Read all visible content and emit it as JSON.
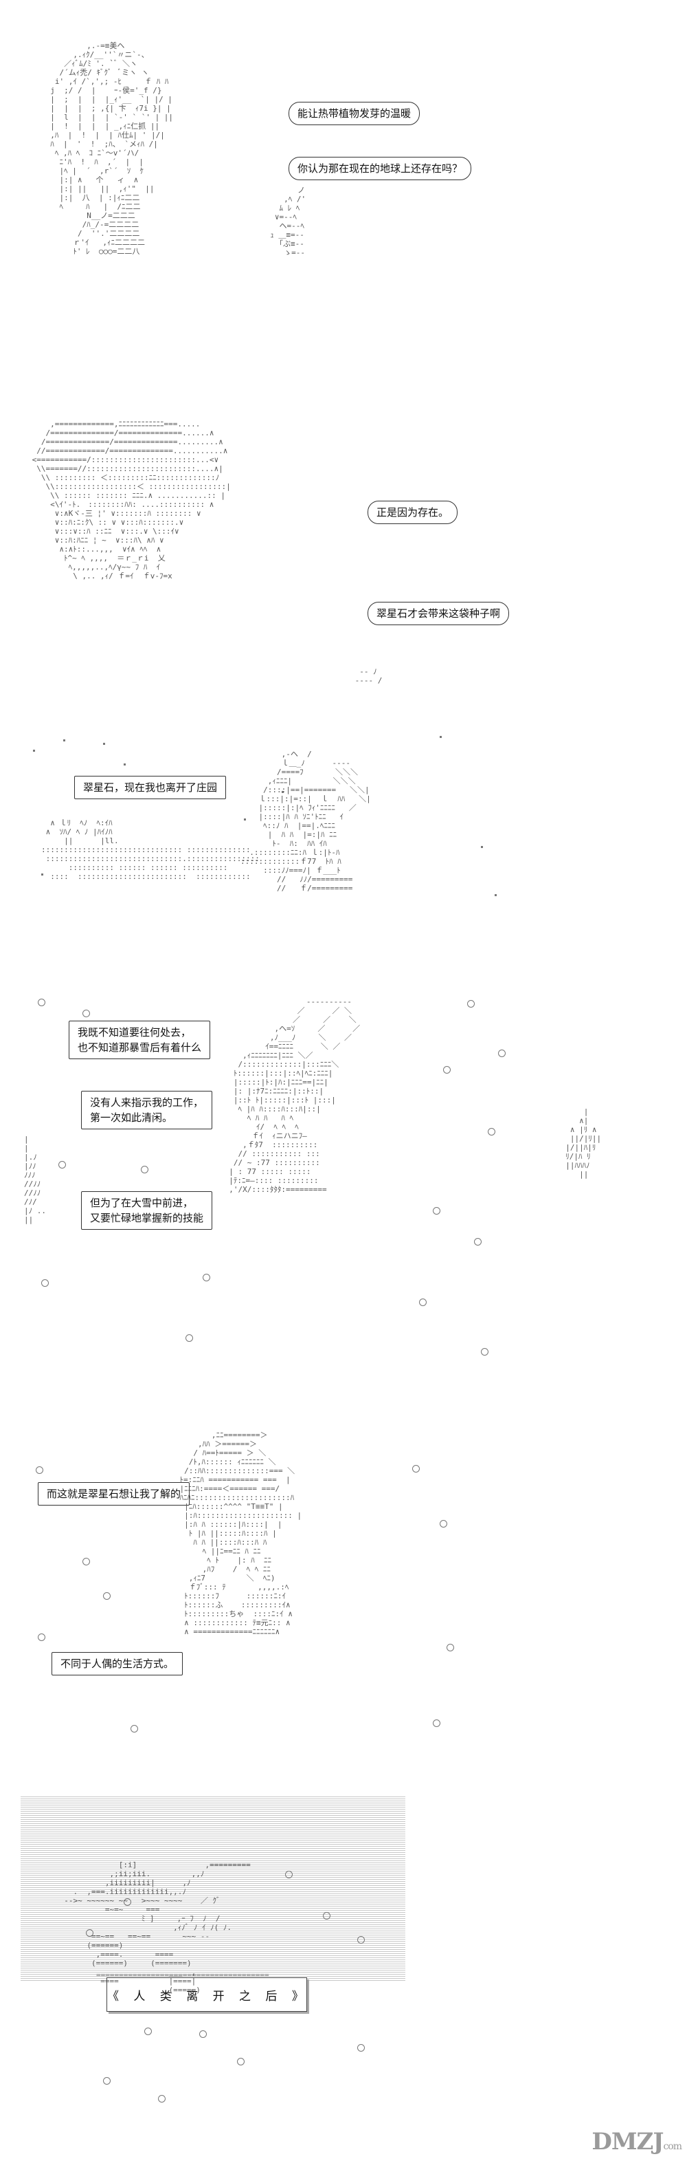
{
  "panel1": {
    "bubbles": [
      "能让热带植物发芽的温暖",
      "你认为那在现在的地球上还存在吗？"
    ]
  },
  "panel2": {
    "bubbles": [
      "正是因为存在。",
      "翠星石才会带来这袋种子啊"
    ]
  },
  "panel3": {
    "bubbles": [
      "翠星石，现在我也离开了庄园"
    ]
  },
  "panel4": {
    "bubbles": [
      "我既不知道要往何处去，\n也不知道那暴雪后有着什么",
      "没有人来指示我的工作，\n第一次如此清闲。",
      "但为了在大雪中前进，\n又要忙碌地掌握新的技能"
    ]
  },
  "panel5": {
    "bubbles": [
      "而这就是翠星石想让我了解的",
      "不同于人偶的生活方式。"
    ]
  },
  "panel6": {
    "title": "《 人 类 离 开 之 后 》"
  },
  "watermark": {
    "text": "DMZJ",
    "suffix": "com"
  }
}
